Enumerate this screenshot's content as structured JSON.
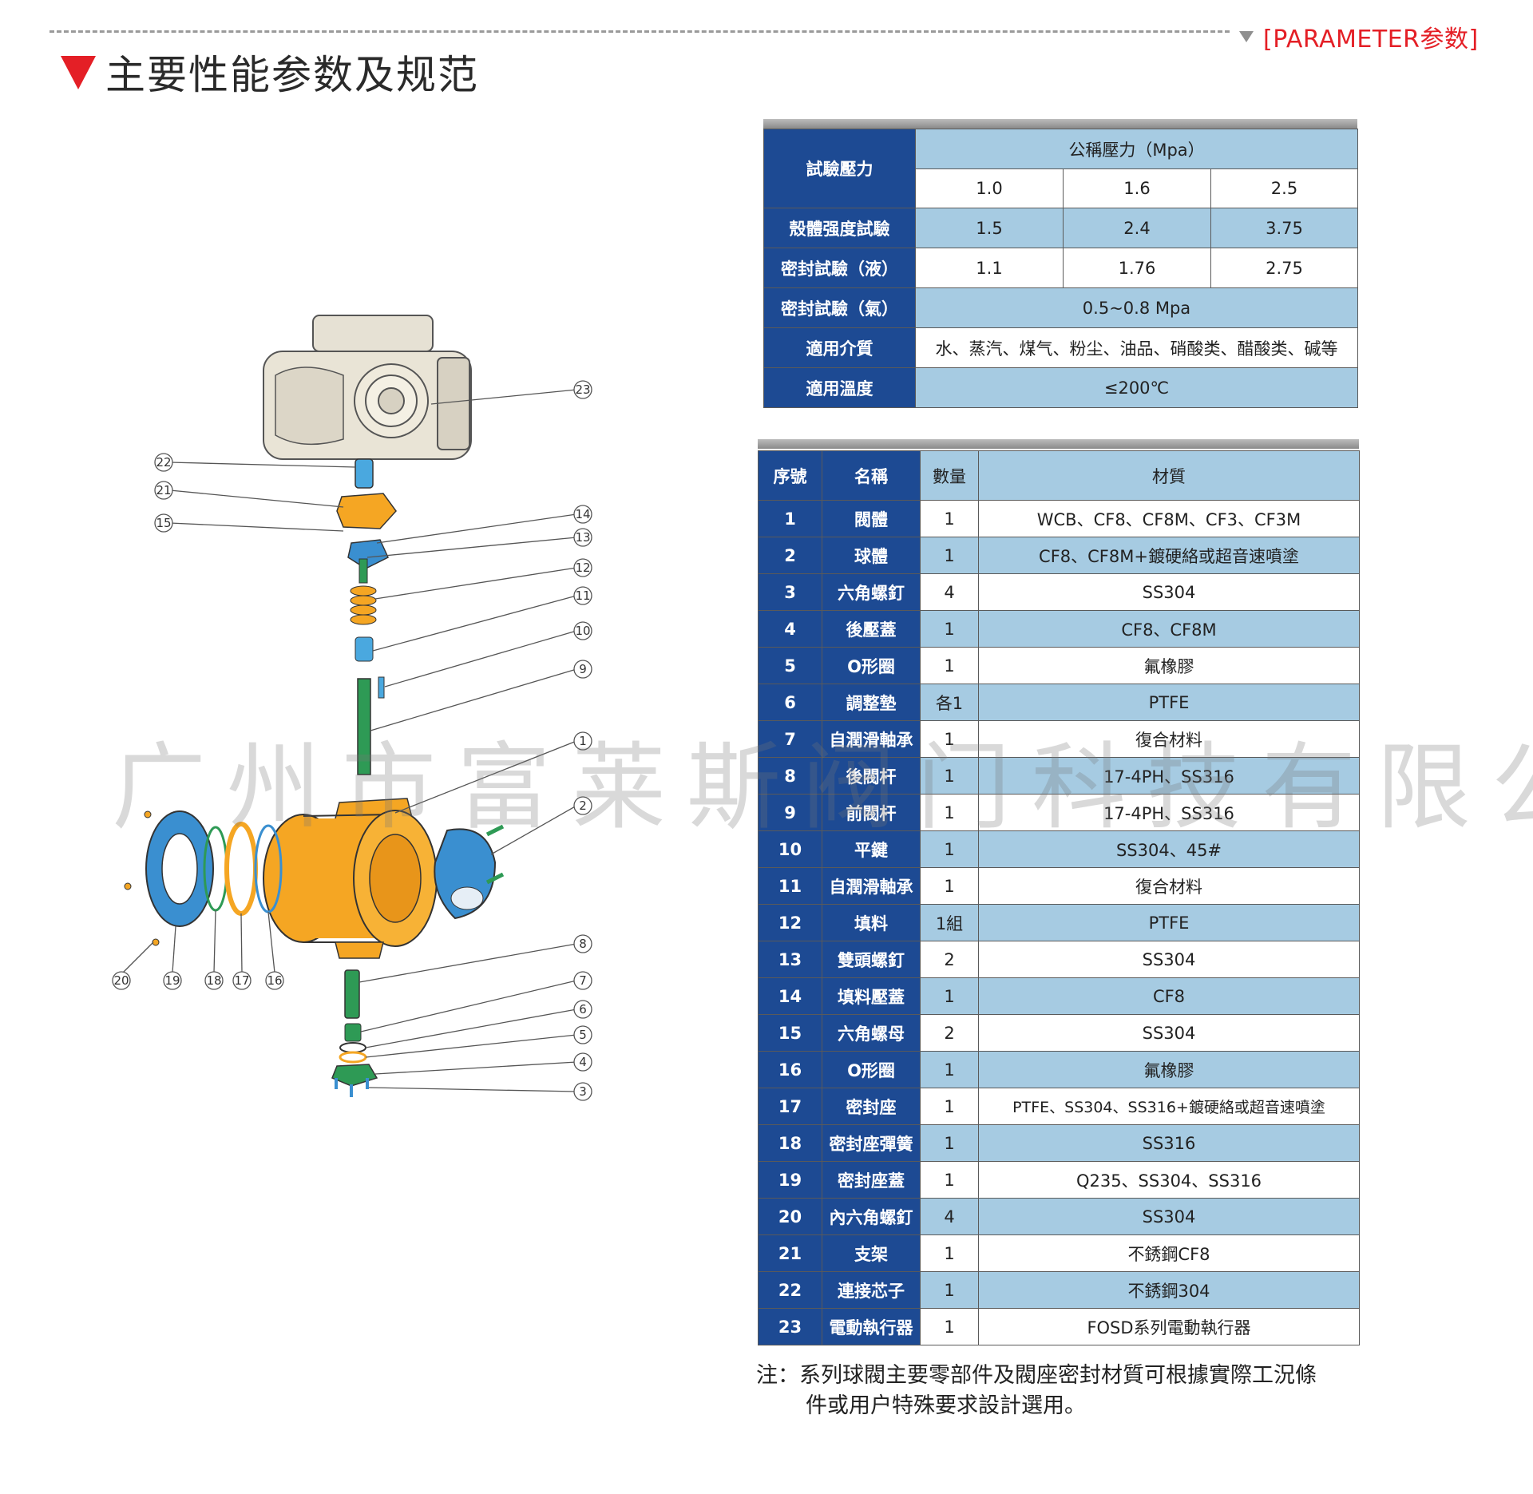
{
  "header": {
    "title": "主要性能参数及规范",
    "tag": "[PARAMETER参数]"
  },
  "pressure_table": {
    "test_pressure_label": "試驗壓力",
    "nominal_pressure_label": "公稱壓力（Mpa）",
    "nominal_values": [
      "1.0",
      "1.6",
      "2.5"
    ],
    "rows": [
      {
        "label": "殼體强度試驗",
        "values": [
          "1.5",
          "2.4",
          "3.75"
        ]
      },
      {
        "label": "密封試驗（液）",
        "values": [
          "1.1",
          "1.76",
          "2.75"
        ]
      },
      {
        "label": "密封試驗（氣）",
        "value": "0.5~0.8 Mpa"
      },
      {
        "label": "適用介質",
        "value": "水、蒸汽、煤气、粉尘、油品、硝酸类、醋酸类、碱等"
      },
      {
        "label": "適用溫度",
        "value": "≤200℃"
      }
    ]
  },
  "parts_table": {
    "headers": [
      "序號",
      "名稱",
      "數量",
      "材質"
    ],
    "rows": [
      [
        "1",
        "閥體",
        "1",
        "WCB、CF8、CF8M、CF3、CF3M"
      ],
      [
        "2",
        "球體",
        "1",
        "CF8、CF8M+鍍硬絡或超音速噴塗"
      ],
      [
        "3",
        "六角螺釘",
        "4",
        "SS304"
      ],
      [
        "4",
        "後壓蓋",
        "1",
        "CF8、CF8M"
      ],
      [
        "5",
        "O形圈",
        "1",
        "氟橡膠"
      ],
      [
        "6",
        "調整墊",
        "各1",
        "PTFE"
      ],
      [
        "7",
        "自潤滑軸承",
        "1",
        "復合材料"
      ],
      [
        "8",
        "後閥杆",
        "1",
        "17-4PH、SS316"
      ],
      [
        "9",
        "前閥杆",
        "1",
        "17-4PH、SS316"
      ],
      [
        "10",
        "平鍵",
        "1",
        "SS304、45#"
      ],
      [
        "11",
        "自潤滑軸承",
        "1",
        "復合材料"
      ],
      [
        "12",
        "填料",
        "1組",
        "PTFE"
      ],
      [
        "13",
        "雙頭螺釘",
        "2",
        "SS304"
      ],
      [
        "14",
        "填料壓蓋",
        "1",
        "CF8"
      ],
      [
        "15",
        "六角螺母",
        "2",
        "SS304"
      ],
      [
        "16",
        "O形圈",
        "1",
        "氟橡膠"
      ],
      [
        "17",
        "密封座",
        "1",
        "PTFE、SS304、SS316+鍍硬絡或超音速噴塗"
      ],
      [
        "18",
        "密封座彈簧",
        "1",
        "SS316"
      ],
      [
        "19",
        "密封座蓋",
        "1",
        "Q235、SS304、SS316"
      ],
      [
        "20",
        "內六角螺釘",
        "4",
        "SS304"
      ],
      [
        "21",
        "支架",
        "1",
        "不銹鋼CF8"
      ],
      [
        "22",
        "連接芯子",
        "1",
        "不銹鋼304"
      ],
      [
        "23",
        "電動執行器",
        "1",
        "FOSD系列電動執行器"
      ]
    ]
  },
  "note": {
    "line1": "注：系列球閥主要零部件及閥座密封材質可根據實際工況條",
    "line2": "件或用户特殊要求設計選用。"
  },
  "watermark": "广州市富莱斯阀门科技有限公司",
  "diagram": {
    "callouts": [
      "23",
      "22",
      "21",
      "15",
      "14",
      "13",
      "12",
      "11",
      "10",
      "9",
      "1",
      "2",
      "8",
      "7",
      "6",
      "5",
      "4",
      "3",
      "20",
      "19",
      "18",
      "17",
      "16"
    ]
  },
  "colors": {
    "header_blue": "#1d4a93",
    "light_blue": "#a6cbe2",
    "accent_red": "#e41f26",
    "body_orange": "#f5a623",
    "part_blue": "#3a8fd0",
    "part_green": "#2e9a55"
  }
}
